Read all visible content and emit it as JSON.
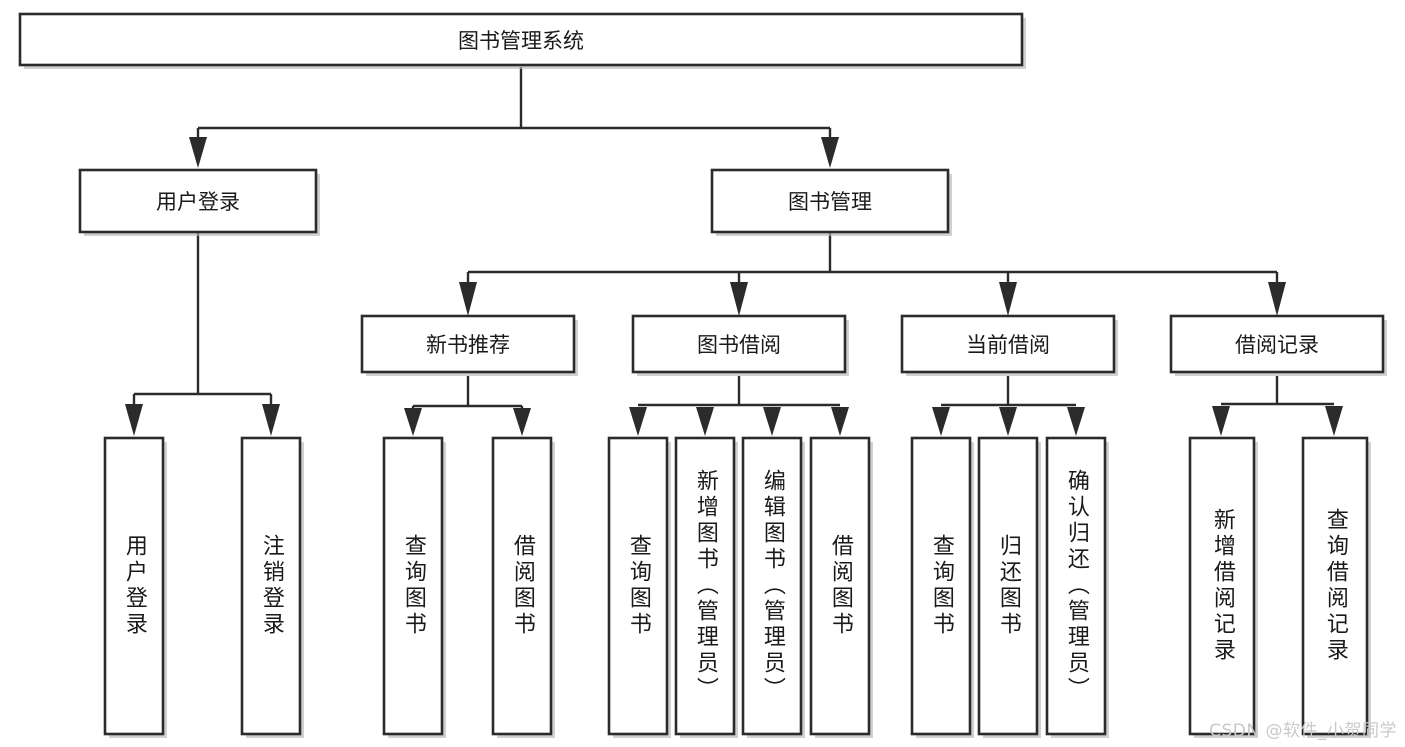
{
  "diagram": {
    "type": "tree-hierarchy",
    "title": "图书管理系统",
    "theme": {
      "background": "#ffffff",
      "box_fill": "#ffffff",
      "box_stroke": "#2b2b2b",
      "connector": "#2b2b2b",
      "text": "#1a1a1a",
      "watermark": "#c9c9c9"
    },
    "root": {
      "label": "图书管理系统"
    },
    "level2": [
      {
        "label": "用户登录"
      },
      {
        "label": "图书管理"
      }
    ],
    "level3": [
      {
        "label": "新书推荐"
      },
      {
        "label": "图书借阅"
      },
      {
        "label": "当前借阅"
      },
      {
        "label": "借阅记录"
      }
    ],
    "leaves": {
      "user_login": [
        {
          "label": "用户登录"
        },
        {
          "label": "注销登录"
        }
      ],
      "new_book_recommend": [
        {
          "label": "查询图书"
        },
        {
          "label": "借阅图书"
        }
      ],
      "book_borrow": [
        {
          "label": "查询图书"
        },
        {
          "label": "新增图书（管理员）"
        },
        {
          "label": "编辑图书（管理员）"
        },
        {
          "label": "借阅图书"
        }
      ],
      "current_borrow": [
        {
          "label": "查询图书"
        },
        {
          "label": "归还图书"
        },
        {
          "label": "确认归还（管理员）"
        }
      ],
      "borrow_records": [
        {
          "label": "新增借阅记录"
        },
        {
          "label": "查询借阅记录"
        }
      ]
    }
  },
  "watermark": {
    "text": "CSDN @软件_小贺同学"
  }
}
